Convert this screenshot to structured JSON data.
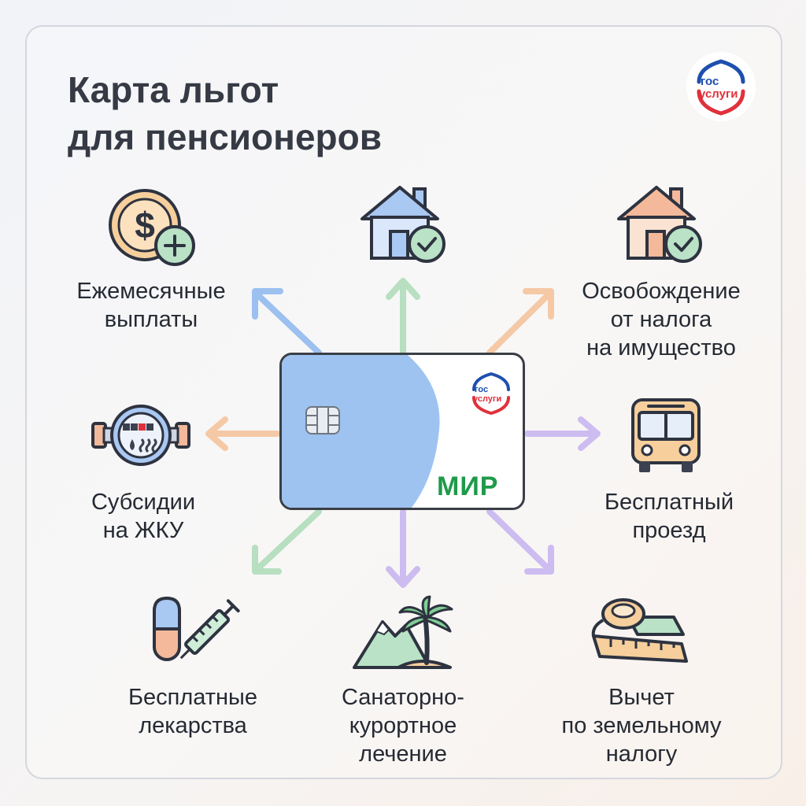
{
  "title": {
    "line1": "Карта льгот",
    "line2": "для пенсионеров"
  },
  "logo": {
    "line1": "гос",
    "line2": "услуги"
  },
  "card": {
    "brand": "МИР",
    "logo_line1": "гос",
    "logo_line2": "услуги"
  },
  "benefits": {
    "monthly": {
      "lines": [
        "Ежемесячные",
        "выплаты"
      ],
      "icon": "coin-plus-icon"
    },
    "property_tax": {
      "lines": [
        "Освобождение",
        "от налога",
        "на имущество"
      ],
      "icon": "house-check-icon"
    },
    "housing_top": {
      "icon": "house-check-icon"
    },
    "utilities": {
      "lines": [
        "Субсидии",
        "на ЖКУ"
      ],
      "icon": "utility-meter-icon"
    },
    "transport": {
      "lines": [
        "Бесплатный",
        "проезд"
      ],
      "icon": "bus-icon"
    },
    "medicine": {
      "lines": [
        "Бесплатные",
        "лекарства"
      ],
      "icon": "pill-syringe-icon"
    },
    "sanatorium": {
      "lines": [
        "Санаторно-",
        "курортное",
        "лечение"
      ],
      "icon": "palm-mountain-icon"
    },
    "land_tax": {
      "lines": [
        "Вычет",
        "по земельному",
        "налогу"
      ],
      "icon": "tape-measure-icon"
    }
  },
  "colors": {
    "arrow_blue": "#9cc0ef",
    "arrow_green": "#b7dfc0",
    "arrow_orange": "#f5c9a6",
    "arrow_purple": "#cdbcf0",
    "card_blue": "#9ec3f0",
    "mir_green": "#1f9a4a",
    "gos_blue": "#1e4fae",
    "gos_red": "#e0313c"
  }
}
